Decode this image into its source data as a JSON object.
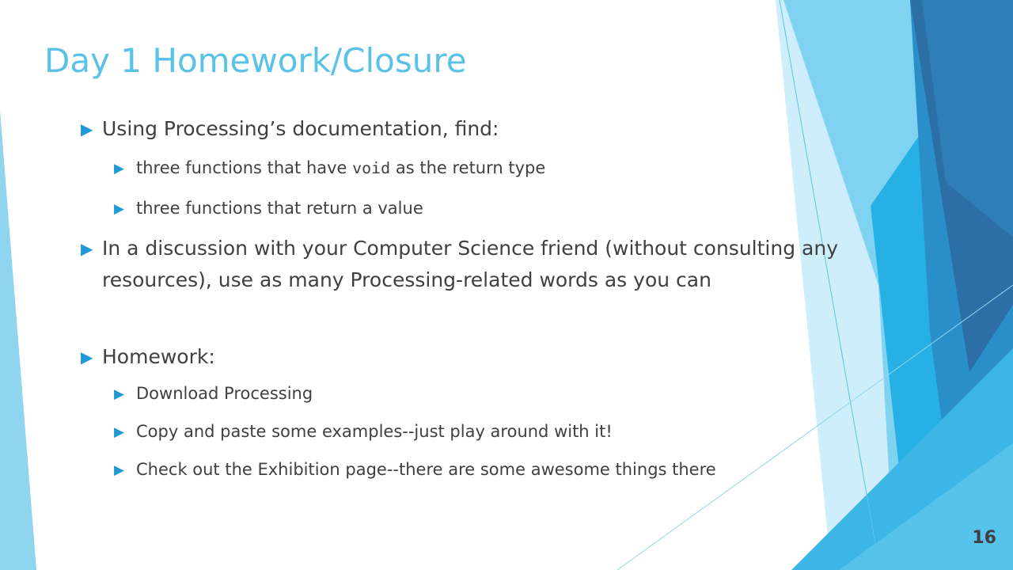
{
  "slide": {
    "title": "Day 1 Homework/Closure",
    "page_number": "16"
  },
  "bullets": [
    {
      "text": "Using Processing’s documentation, find:"
    },
    {
      "before": "three functions that have ",
      "code": "void",
      "after": " as the return type"
    },
    {
      "text": "three functions that return a value"
    },
    {
      "text": "In a discussion with your Computer Science friend (without consulting any resources), use as many Processing-related words as you can"
    },
    {
      "text": "Homework:"
    },
    {
      "text": "Download Processing"
    },
    {
      "text": "Copy and paste some examples--just play around with it!"
    },
    {
      "text": "Check out the Exhibition page--there are some awesome things there"
    }
  ],
  "icons": {
    "bullet": "arrow-right-bullet-icon"
  },
  "colors": {
    "title": "#5bc2e7",
    "bullet": "#1f9ad6",
    "body_text": "#404040"
  }
}
